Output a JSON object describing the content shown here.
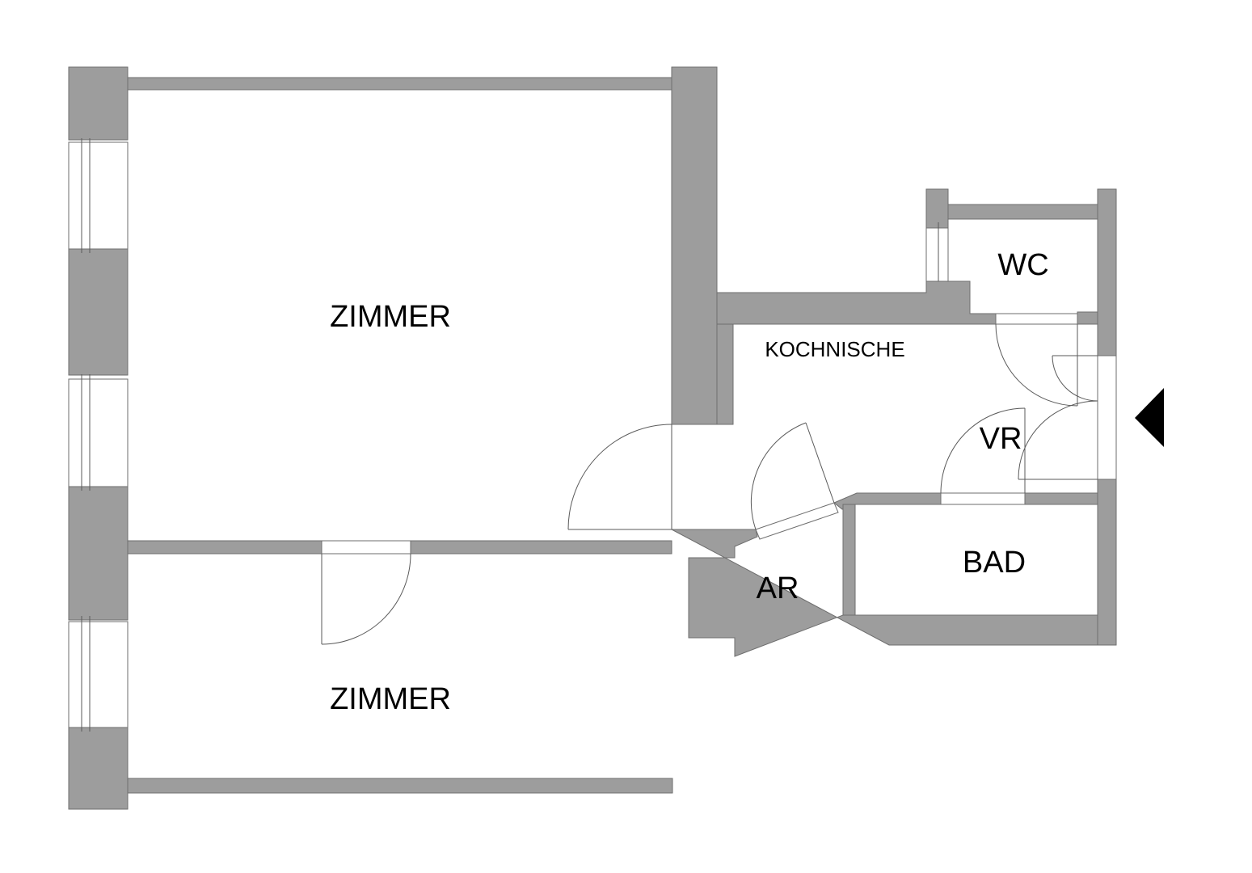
{
  "title": "Grundriss",
  "rooms": [
    {
      "id": "zimmer-1",
      "label": "ZIMMER"
    },
    {
      "id": "zimmer-2",
      "label": "ZIMMER"
    },
    {
      "id": "kochnische",
      "label": "KOCHNISCHE"
    },
    {
      "id": "wc",
      "label": "WC"
    },
    {
      "id": "vr",
      "label": "VR"
    },
    {
      "id": "ar",
      "label": "AR"
    },
    {
      "id": "bad",
      "label": "BAD"
    }
  ],
  "entrance": {
    "icon": "entrance-arrow-icon",
    "direction": "left"
  },
  "colors": {
    "wall": "#9d9d9d",
    "line": "#5a5a5a",
    "background": "#ffffff"
  }
}
